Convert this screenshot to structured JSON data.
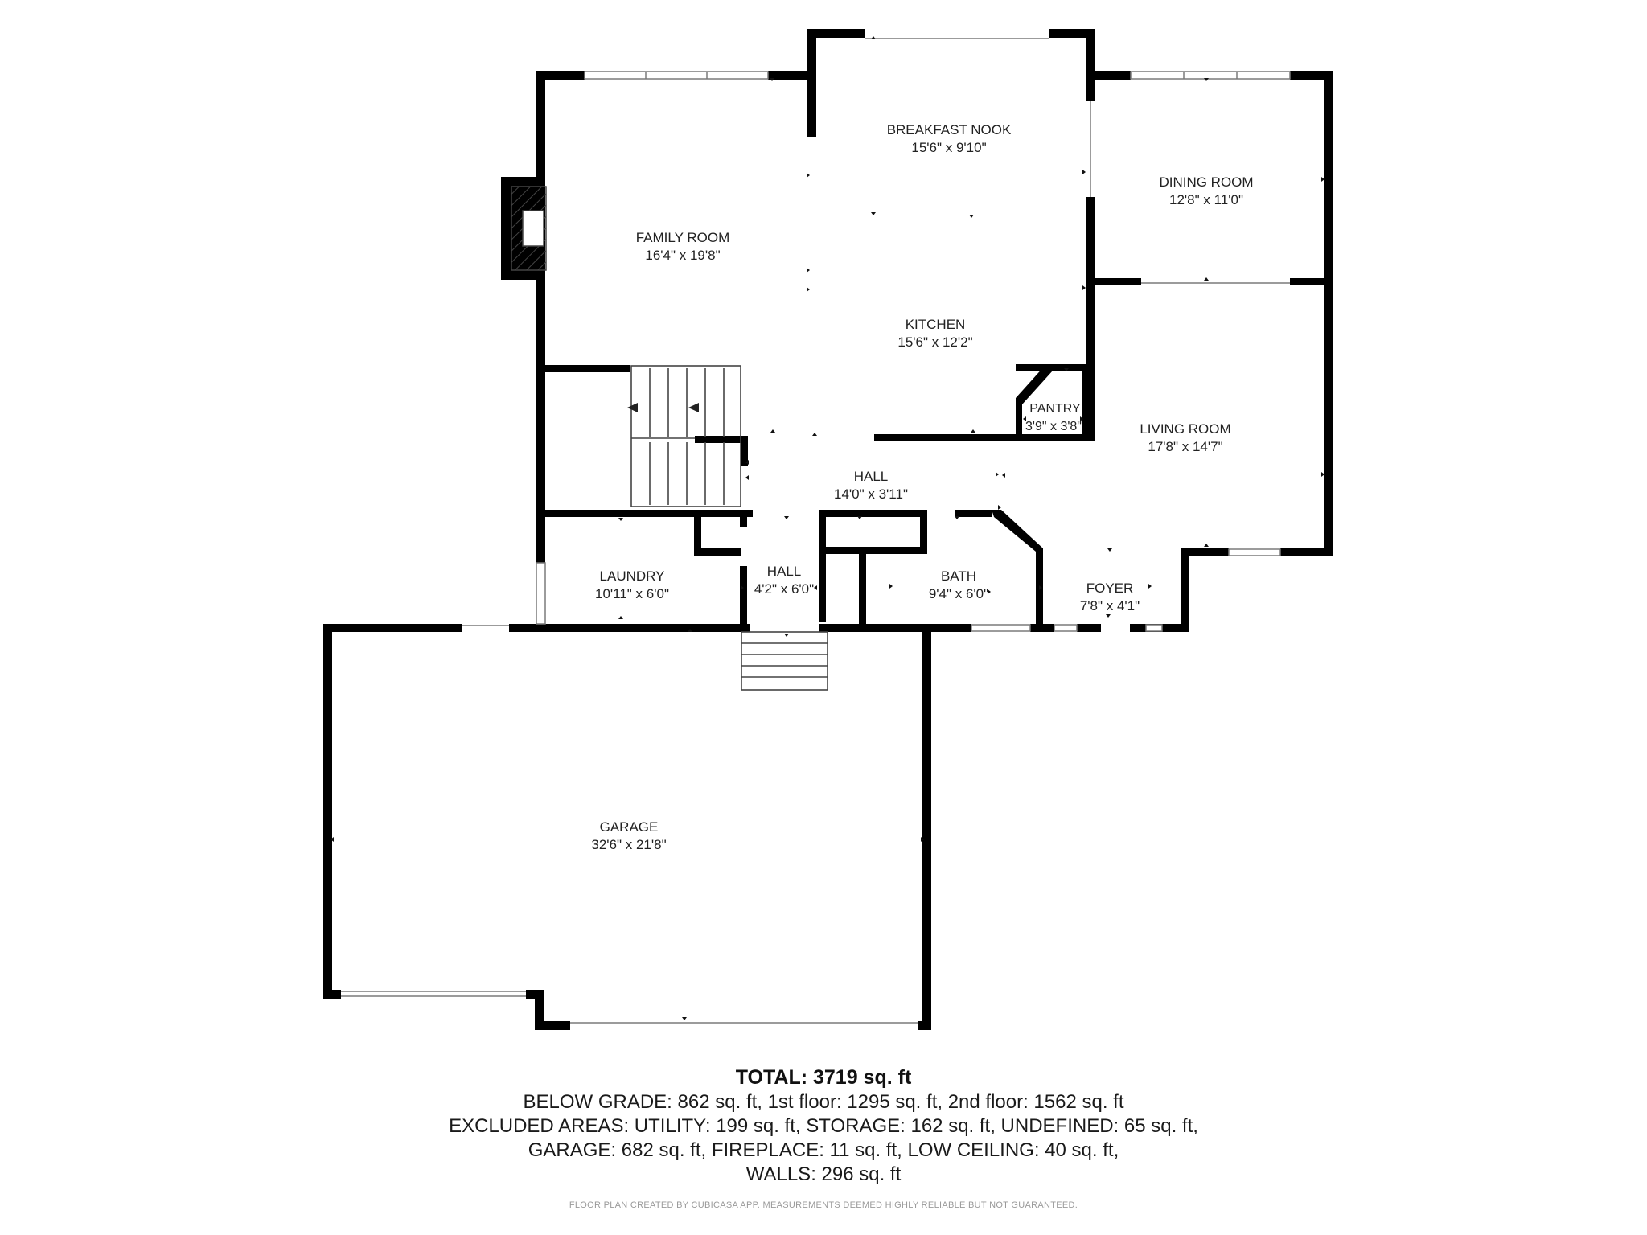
{
  "rooms": {
    "breakfast_nook": {
      "name": "BREAKFAST NOOK",
      "dims": "15'6\" x 9'10\""
    },
    "dining_room": {
      "name": "DINING ROOM",
      "dims": "12'8\" x 11'0\""
    },
    "family_room": {
      "name": "FAMILY ROOM",
      "dims": "16'4\" x 19'8\""
    },
    "kitchen": {
      "name": "KITCHEN",
      "dims": "15'6\" x 12'2\""
    },
    "pantry": {
      "name": "PANTRY",
      "dims": "3'9\" x 3'8\""
    },
    "living_room": {
      "name": "LIVING ROOM",
      "dims": "17'8\" x 14'7\""
    },
    "hall_main": {
      "name": "HALL",
      "dims": "14'0\" x 3'11\""
    },
    "laundry": {
      "name": "LAUNDRY",
      "dims": "10'11\" x 6'0\""
    },
    "hall_small": {
      "name": "HALL",
      "dims": "4'2\" x 6'0\""
    },
    "bath": {
      "name": "BATH",
      "dims": "9'4\" x 6'0\""
    },
    "foyer": {
      "name": "FOYER",
      "dims": "7'8\" x 4'1\""
    },
    "garage": {
      "name": "GARAGE",
      "dims": "32'6\" x 21'8\""
    }
  },
  "summary": {
    "total": "TOTAL: 3719 sq. ft",
    "lines": [
      "BELOW GRADE: 862 sq. ft, 1st floor: 1295 sq. ft, 2nd floor: 1562 sq. ft",
      "EXCLUDED AREAS: UTILITY: 199 sq. ft, STORAGE: 162 sq. ft, UNDEFINED: 65 sq. ft,",
      "GARAGE: 682 sq. ft, FIREPLACE: 11 sq. ft, LOW CEILING: 40 sq. ft,",
      "WALLS: 296 sq. ft"
    ]
  },
  "footer_note": "FLOOR PLAN CREATED BY CUBICASA APP. MEASUREMENTS DEEMED HIGHLY RELIABLE BUT NOT GUARANTEED."
}
